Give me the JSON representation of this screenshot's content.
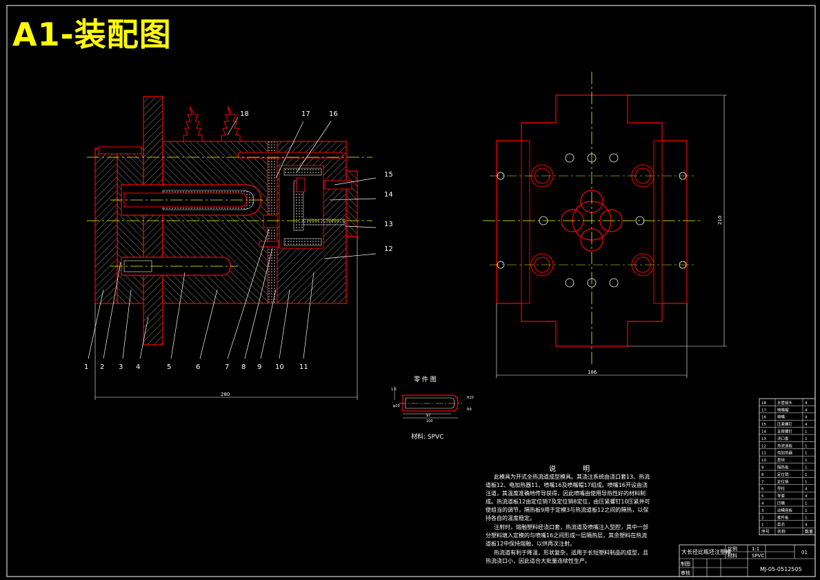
{
  "title": "A1-装配图",
  "callouts": [
    "1",
    "2",
    "3",
    "4",
    "5",
    "6",
    "7",
    "8",
    "9",
    "10",
    "11",
    "12",
    "13",
    "14",
    "15",
    "16",
    "17",
    "18"
  ],
  "dimensions": {
    "overall_width": "280",
    "plan_width": "186",
    "plan_height": "210"
  },
  "part_drawing": {
    "title": "零 件 图",
    "material": "材料: SPVC",
    "dims": [
      "1.5",
      "φ20",
      "R10",
      "R9",
      "97",
      "100"
    ]
  },
  "notes": {
    "title": "说 明",
    "paragraphs": [
      "此模具为开式全热流道成型模具。其浇注系统由浇口套13、热流道板12、电加热器11、喷嘴16及喷嘴帽17组成。喷嘴16开设由浇注道，其温度准确地传导获得，因此喷嘴由使用导热性好的材料制成。热流道板12由定位销7及定位销8定位，由压紧螺钉10压紧并可使组当的调节，隔热板9用于定模3与热流道板12之间的隔热，以保持各自的温度稳定。",
      "注射时，熔融塑料经浇口套，热流道及喷嘴注入型腔，其中一部分塑料填入定模的与喷嘴16之间形成一层隔热层，其余塑料在热流道板12中保持熔融，以供再次注射。",
      "热流道有利于降温，形状复杂，适用于长短塑料制品的成型，且热流浇口小，因此适合大批量连续性生产。"
    ]
  },
  "bom": {
    "header": [
      "序号",
      "名称",
      "数量"
    ],
    "rows": [
      [
        "18",
        "水管接头",
        "4"
      ],
      [
        "17",
        "喷嘴帽",
        "4"
      ],
      [
        "16",
        "喷嘴",
        "4"
      ],
      [
        "15",
        "压紧螺钉",
        "4"
      ],
      [
        "14",
        "支撑螺钉",
        "1"
      ],
      [
        "13",
        "浇口套",
        "1"
      ],
      [
        "12",
        "热流道板",
        "1"
      ],
      [
        "11",
        "电加热器",
        "1"
      ],
      [
        "10",
        "垫块",
        "1"
      ],
      [
        "9",
        "隔热板",
        "1"
      ],
      [
        "8",
        "定位销",
        "1"
      ],
      [
        "7",
        "定位销",
        "1"
      ],
      [
        "6",
        "导柱",
        "4"
      ],
      [
        "5",
        "导套",
        "4"
      ],
      [
        "4",
        "凹模",
        "1"
      ],
      [
        "3",
        "动模座板",
        "1"
      ],
      [
        "2",
        "推件板",
        "1"
      ],
      [
        "1",
        "型芯",
        "4"
      ]
    ]
  },
  "title_block": {
    "name": "大长径比瓶坯注塑模",
    "scale_label": "比例",
    "scale": "1:1",
    "material_label": "材料",
    "material": "SPVC",
    "sheet": "01",
    "drawn_label": "制图",
    "checked_label": "审核",
    "drawing_no": "MJ-05-0512505"
  },
  "colors": {
    "outline": "#ff0000",
    "centerline": "#ffff00",
    "hatch": "#ffffff",
    "title": "#ffff00",
    "text": "#ffffff"
  }
}
